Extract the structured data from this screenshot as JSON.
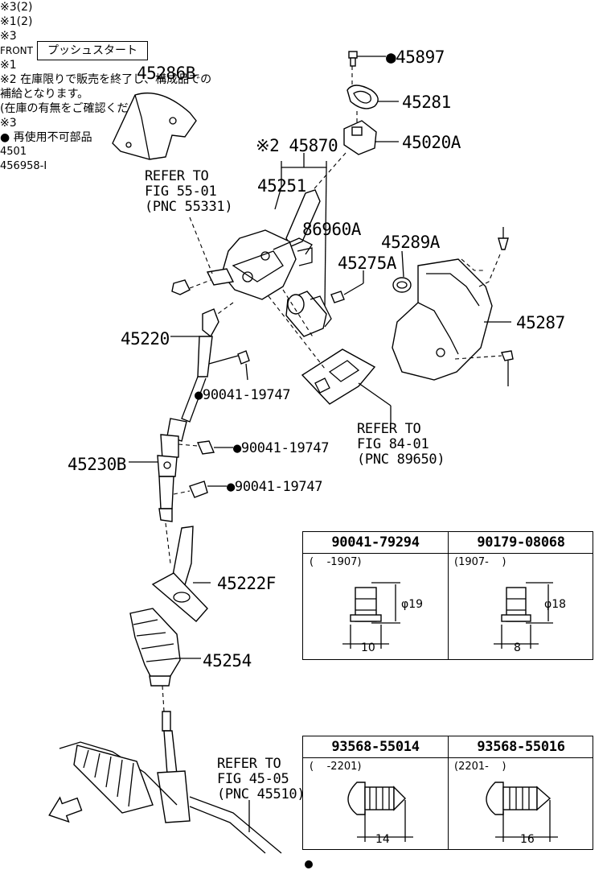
{
  "push_start_label": "プッシュスタート",
  "labels": {
    "p45286B": "45286B",
    "p45897": "●45897",
    "p45281": "45281",
    "p45020A": "45020A",
    "p45870": "※2 45870",
    "p45251": "45251",
    "p86960A": "86960A",
    "p45289A": "45289A",
    "p45275A": "45275A",
    "note3_2": "※3(2)",
    "note1_2": "※1(2)",
    "p45287": "45287",
    "p45220": "45220",
    "b1": "●90041-19747",
    "note3": "※3",
    "b2": "●90041-19747",
    "p45230B": "45230B",
    "b3": "●90041-19747",
    "p45222F": "45222F",
    "p45254": "45254",
    "front": "FRONT",
    "page_left": "4501",
    "page_right": "456958-I"
  },
  "refers": {
    "r1": "REFER TO\nFIG 55-01\n(PNC 55331)",
    "r2": "REFER TO\nFIG 84-01\n(PNC 89650)",
    "r3": "REFER TO\nFIG 45-05\n(PNC 45510)"
  },
  "table1": {
    "mark": "※1",
    "col1_part": "90041-79294",
    "col2_part": "90179-08068",
    "col1_range": "(    -1907)",
    "col2_range": "(1907-    )",
    "col1_diam": "φ19",
    "col2_diam": "φ18",
    "col1_width": "10",
    "col2_width": "8"
  },
  "note2": {
    "line1": "※2 在庫限りで販売を終了し、構成品での",
    "line2": "補給となります。",
    "line3": "(在庫の有無をご確認ください。)"
  },
  "table3": {
    "mark": "※3",
    "col1_part": "93568-55014",
    "col2_part": "93568-55016",
    "col1_range": "(    -2201)",
    "col2_range": "(2201-    )",
    "col1_len": "14",
    "col2_len": "16"
  },
  "legend": "● 再使用不可部品"
}
